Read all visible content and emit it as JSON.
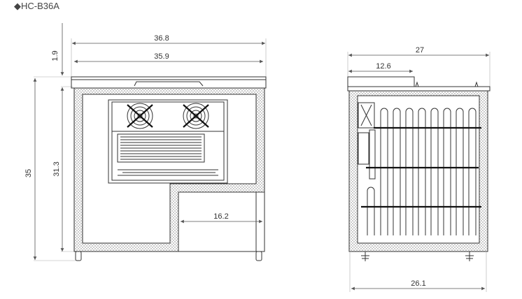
{
  "title": "◆HC-B36A",
  "front_view": {
    "width_overall": "36.8",
    "width_body": "35.9",
    "lid_height": "1.9",
    "height_overall": "35",
    "height_body": "31.3",
    "compressor_width": "16.2"
  },
  "side_view": {
    "depth_overall": "27",
    "lid_depth": "12.6",
    "depth_base": "26.1"
  }
}
